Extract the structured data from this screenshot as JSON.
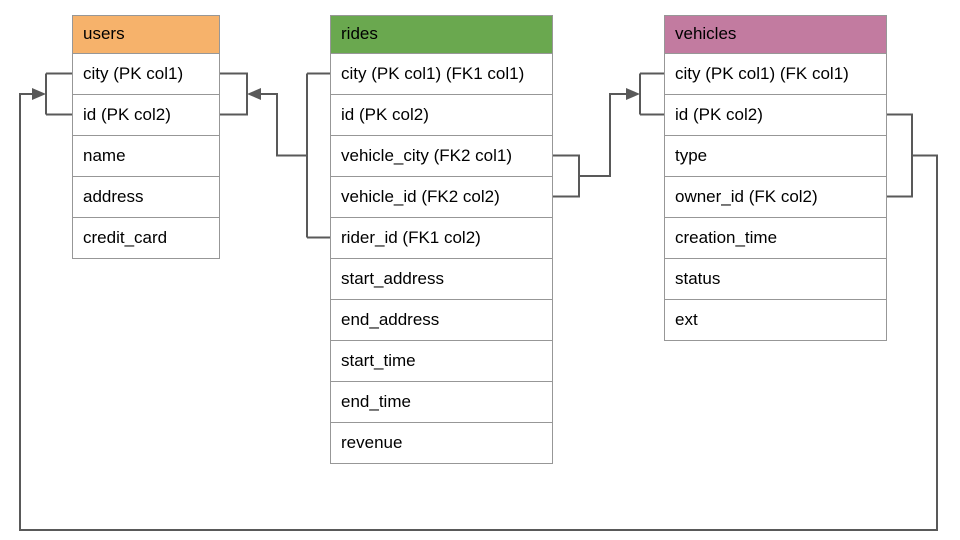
{
  "diagram": {
    "tables": [
      {
        "name": "users",
        "header_color": "#F6B26B",
        "columns": [
          "city (PK col1)",
          "id (PK col2)",
          "name",
          "address",
          "credit_card"
        ]
      },
      {
        "name": "rides",
        "header_color": "#6AA84F",
        "columns": [
          "city (PK col1) (FK1 col1)",
          "id (PK col2)",
          "vehicle_city (FK2 col1)",
          "vehicle_id (FK2 col2)",
          "rider_id (FK1 col2)",
          "start_address",
          "end_address",
          "start_time",
          "end_time",
          "revenue"
        ]
      },
      {
        "name": "vehicles",
        "header_color": "#C27BA0",
        "columns": [
          "city (PK col1) (FK col1)",
          "id (PK col2)",
          "type",
          "owner_id (FK col2)",
          "creation_time",
          "status",
          "ext"
        ]
      }
    ],
    "relationships": [
      {
        "from_table": "rides",
        "from_columns": [
          "city (PK col1) (FK1 col1)",
          "rider_id (FK1 col2)"
        ],
        "to_table": "users",
        "to_columns": [
          "city (PK col1)",
          "id (PK col2)"
        ],
        "arrow_points_to": "users"
      },
      {
        "from_table": "rides",
        "from_columns": [
          "vehicle_city (FK2 col1)",
          "vehicle_id (FK2 col2)"
        ],
        "to_table": "vehicles",
        "to_columns": [
          "city (PK col1) (FK col1)",
          "id (PK col2)"
        ],
        "arrow_points_to": "vehicles"
      },
      {
        "from_table": "vehicles",
        "from_columns": [
          "id (PK col2)",
          "owner_id (FK col2)"
        ],
        "to_table": "users",
        "to_columns": [
          "city (PK col1)",
          "id (PK col2)"
        ],
        "arrow_points_to": "users"
      }
    ],
    "colors": {
      "users_header": "#F6B26B",
      "rides_header": "#6AA84F",
      "vehicles_header": "#C27BA0",
      "connector": "#595959",
      "cell_border": "#979797",
      "background": "#FFFFFF"
    }
  }
}
